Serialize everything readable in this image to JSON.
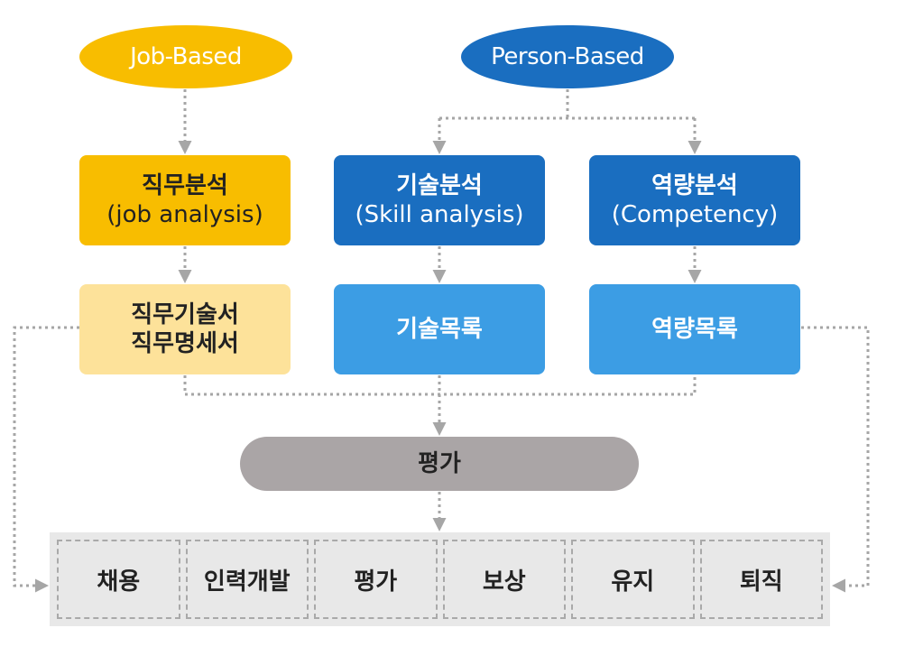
{
  "ellipses": {
    "job_based": "Job-Based",
    "person_based": "Person-Based"
  },
  "analysis": {
    "job": {
      "title": "직무분석",
      "sub": "(job analysis)"
    },
    "skill": {
      "title": "기술분석",
      "sub": "(Skill analysis)"
    },
    "competency": {
      "title": "역량분석",
      "sub": "(Competency)"
    }
  },
  "outputs": {
    "job_line1": "직무기술서",
    "job_line2": "직무명세서",
    "skill": "기술목록",
    "competency": "역량목록"
  },
  "evaluation": "평가",
  "hr_functions": [
    "채용",
    "인력개발",
    "평가",
    "보상",
    "유지",
    "퇴직"
  ],
  "colors": {
    "job_dark": "#f8bd00",
    "job_light": "#fde29a",
    "person_dark": "#1a6ec0",
    "person_light": "#3c9de4",
    "evaluation": "#aaa5a6",
    "hr_bg": "#e8e8e8",
    "connector": "#a6a6a6"
  }
}
